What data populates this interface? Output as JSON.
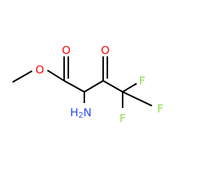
{
  "molecule": {
    "atoms": {
      "ester_o": "O",
      "carbonyl_o1": "O",
      "carbonyl_o2": "O",
      "amine": "H2N",
      "amine_h": "H",
      "amine_sub": "2",
      "amine_n": "N",
      "f_upper": "F",
      "f_right": "F",
      "f_lower": "F"
    },
    "colors": {
      "oxygen": "#ff0d0d",
      "nitrogen": "#3050f8",
      "fluorine": "#90e050",
      "carbon": "#000000"
    }
  }
}
